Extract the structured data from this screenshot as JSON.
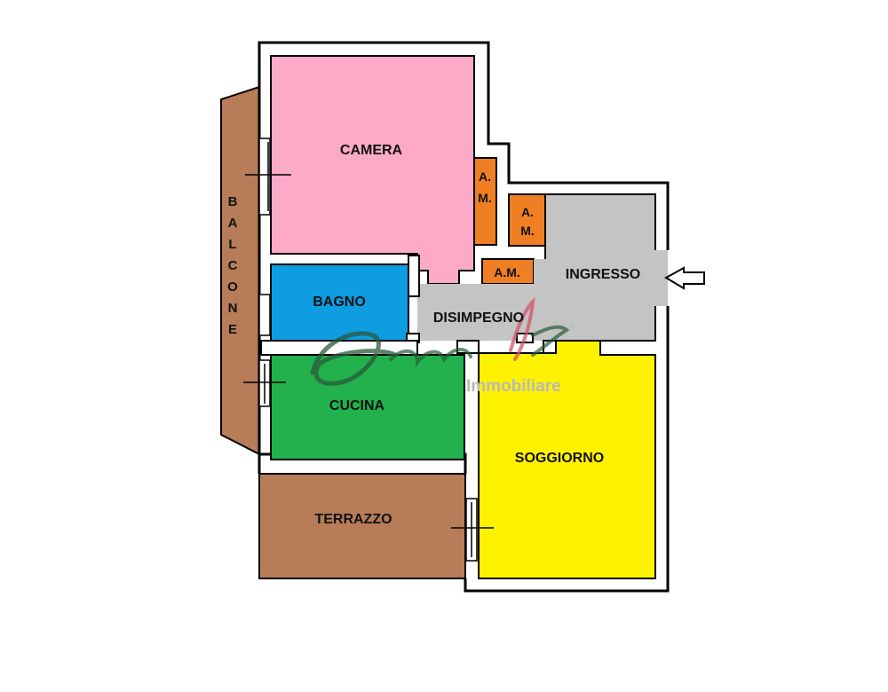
{
  "rooms": {
    "camera": "CAMERA",
    "bagno": "BAGNO",
    "cucina": "CUCINA",
    "disimpegno": "DISIMPEGNO",
    "ingresso": "INGRESSO",
    "soggiorno": "SOGGIORNO",
    "terrazzo": "TERRAZZO"
  },
  "balcony_letters": [
    "B",
    "A",
    "L",
    "C",
    "O",
    "N",
    "E"
  ],
  "closets": {
    "am_top_line1": "A.",
    "am_top_line2": "M.",
    "am_mid_line1": "A.",
    "am_mid_line2": "M.",
    "am_small": "A.M."
  },
  "watermark": {
    "subtitle": "Immobiliare",
    "registered": "®"
  },
  "colors": {
    "camera": "#fdaac9",
    "bagno": "#0f9de1",
    "cucina": "#22b14c",
    "disimpegno": "#c4c4c4",
    "ingresso": "#c4c4c4",
    "soggiorno": "#fff200",
    "terrazzo": "#b77c58",
    "balcone": "#b77c58",
    "closet": "#f07f23",
    "wall": "#000000"
  },
  "icons": {
    "entrance": "arrow-left-icon"
  }
}
